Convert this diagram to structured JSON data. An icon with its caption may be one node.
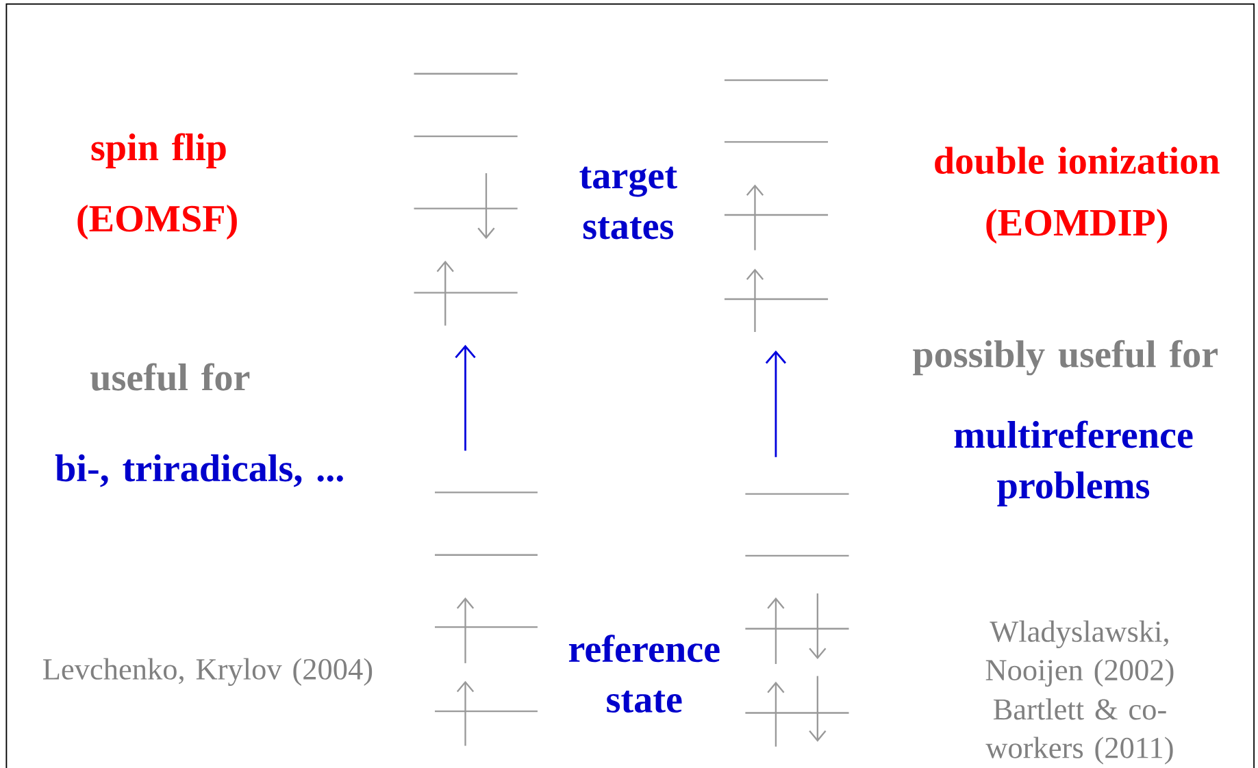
{
  "diagram": {
    "labels": [
      "spin flip",
      "(EOMSF)",
      "target states",
      "double ionization",
      "(EOMDIP)",
      "useful for",
      "possibly useful for",
      "bi-, triradicals, ...",
      "multireference problems",
      "Levchenko, Krylov (2004)",
      "reference state",
      "Wladyslawski, Nooijen (2002)",
      "Bartlett & co-workers (2011)"
    ]
  }
}
